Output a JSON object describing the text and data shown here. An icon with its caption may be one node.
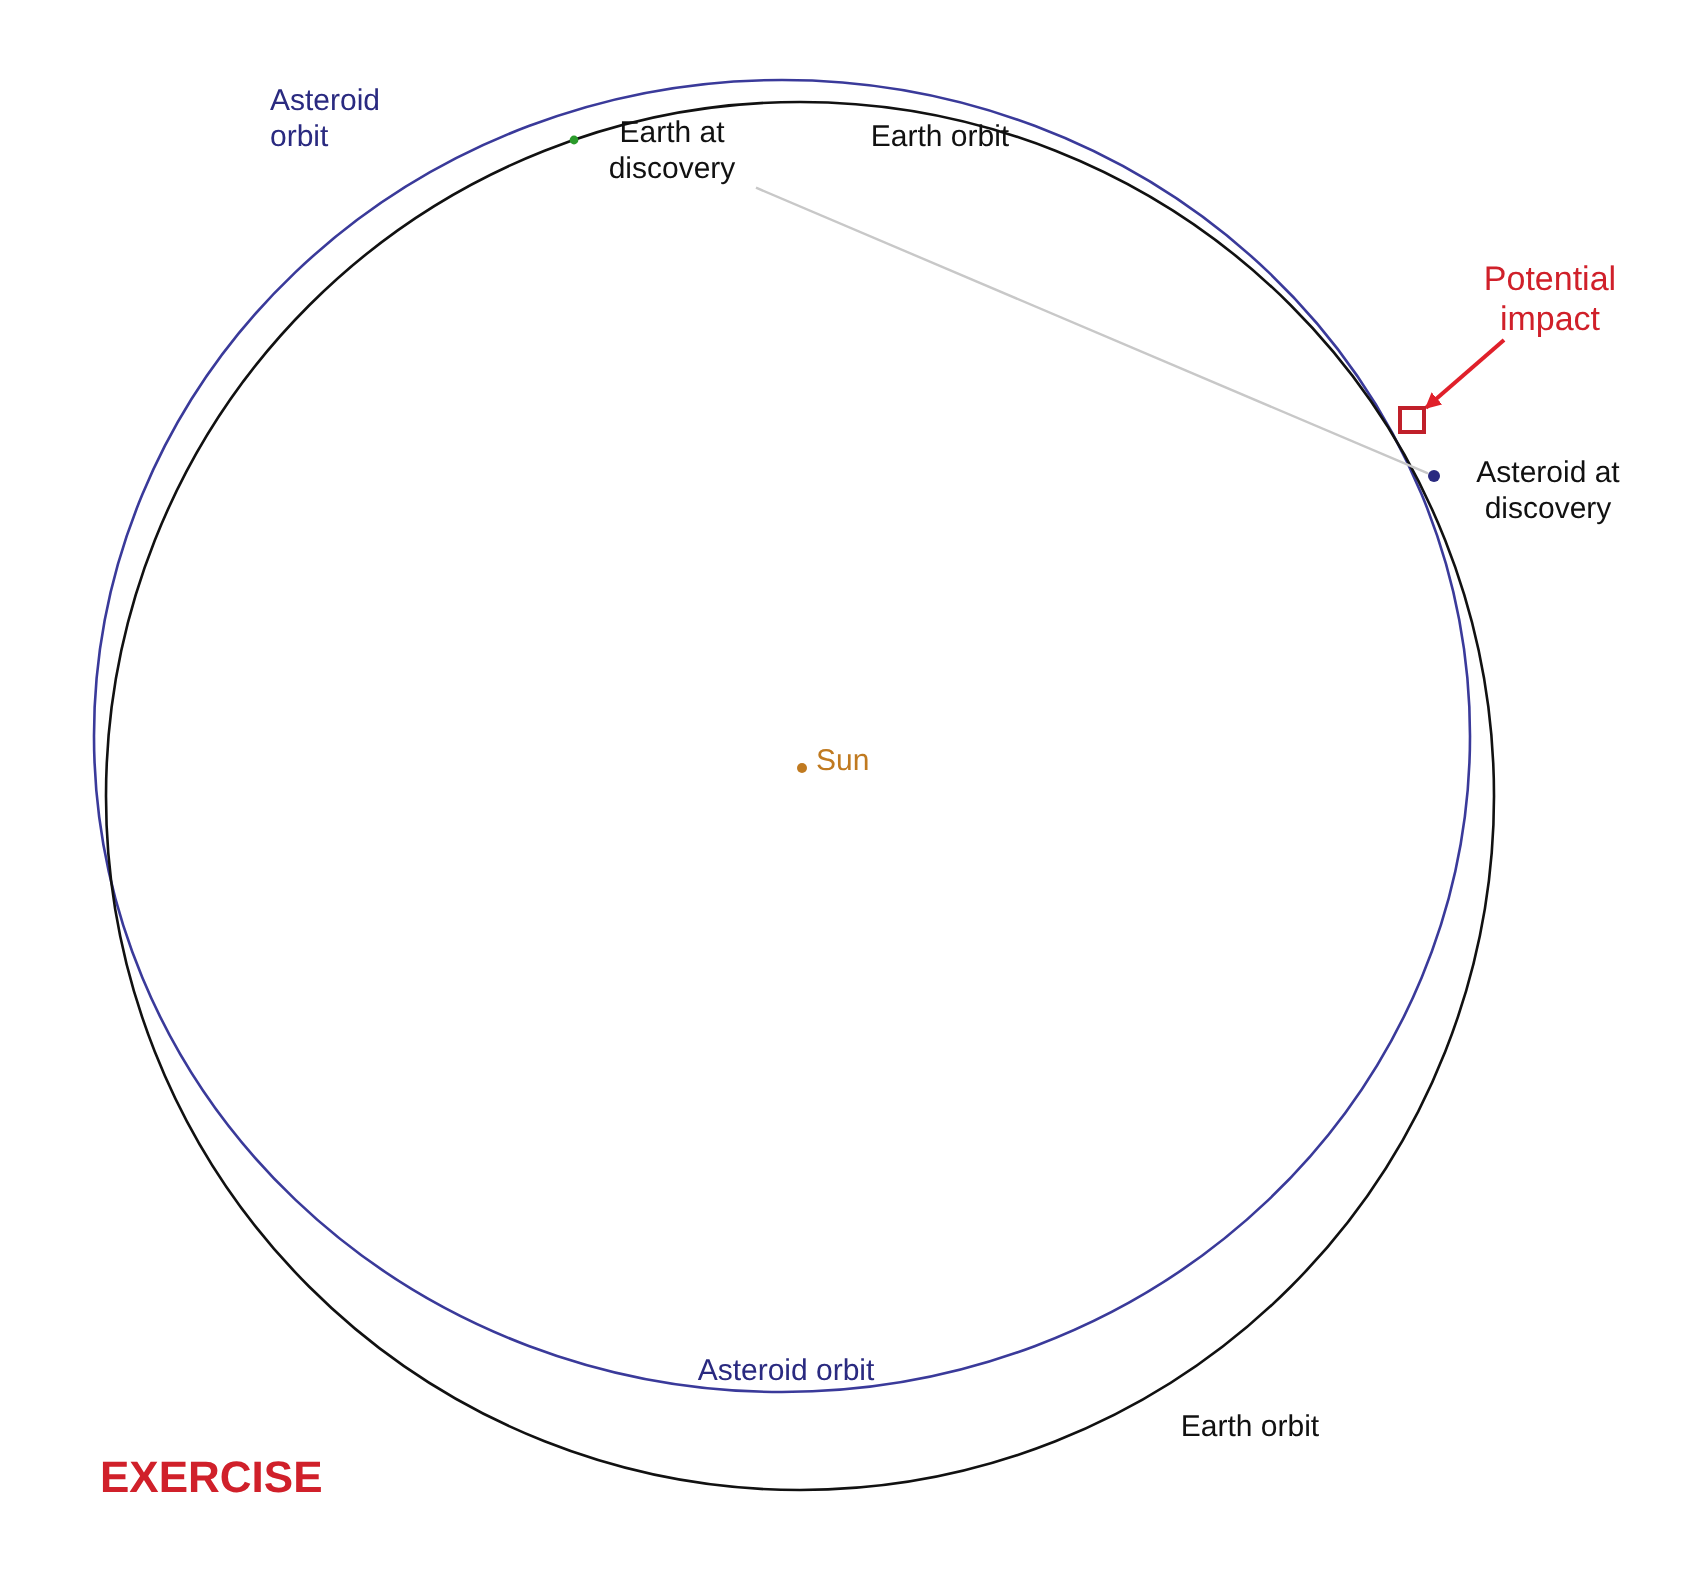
{
  "diagram": {
    "nodes": [
      {
        "text": [
          "Earth at discovery"
        ]
      },
      {
        "text": [],
        "shape": "circle",
        "beside": [
          "Asteroid at discovery"
        ]
      },
      {
        "text": [
          "Potential impact"
        ]
      },
      {
        "text": [],
        "shape": "box"
      }
    ],
    "edges": [
      {
        "from": 0,
        "to": 1,
        "arrow": "none",
        "color": "#c8c8c8"
      },
      {
        "from": 2,
        "to": 3,
        "arrow": "to",
        "color": "#e0202a"
      }
    ],
    "labels": [
      "Asteroid orbit",
      "Earth orbit",
      "Sun",
      "Asteroid orbit",
      "Earth orbit",
      "EXERCISE"
    ]
  }
}
